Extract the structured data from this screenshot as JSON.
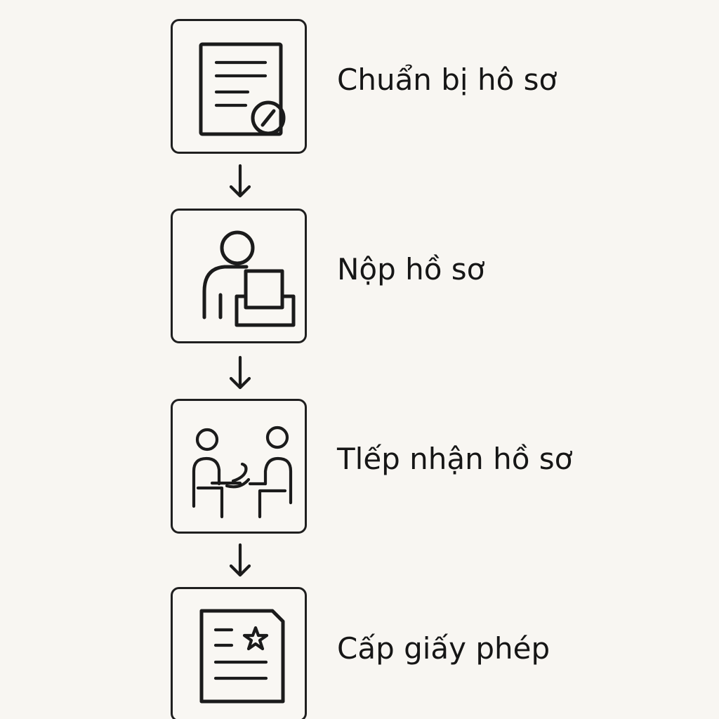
{
  "steps": [
    {
      "label": "Chuẩn bị hô sơ",
      "icon": "document-icon"
    },
    {
      "label": "Nộp hồ sơ",
      "icon": "person-submit-icon"
    },
    {
      "label": "Tlếp nhận hồ sơ",
      "icon": "handover-icon"
    },
    {
      "label": "Cấp giấy phép",
      "icon": "certificate-star-icon"
    }
  ],
  "colors": {
    "background": "#f8f6f2",
    "stroke": "#1b1b1b"
  }
}
